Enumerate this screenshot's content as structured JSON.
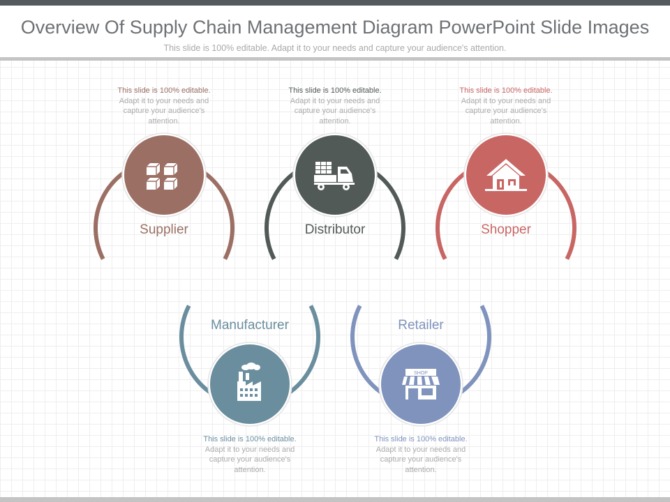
{
  "slide": {
    "title": "Overview  Of Supply Chain Management Diagram PowerPoint Slide Images",
    "subtitle": "This slide is 100% editable. Adapt it to your needs and capture your audience's attention."
  },
  "stages": [
    {
      "key": "supplier",
      "label": "Supplier",
      "icon": "boxes-icon",
      "color": "#9b6f64",
      "desc_lead": "This slide is 100% editable.",
      "desc_rest": " Adapt it to your needs and capture your audience's attention."
    },
    {
      "key": "manufacturer",
      "label": "Manufacturer",
      "icon": "factory-icon",
      "color": "#6a8e9e",
      "desc_lead": "This slide is 100% editable.",
      "desc_rest": " Adapt it to your needs and capture your audience's attention."
    },
    {
      "key": "distributor",
      "label": "Distributor",
      "icon": "delivery-truck-icon",
      "color": "#525a57",
      "desc_lead": "This slide is 100% editable.",
      "desc_rest": " Adapt it to your needs and capture your audience's attention."
    },
    {
      "key": "retailer",
      "label": "Retailer",
      "icon": "shop-icon",
      "icon_text": "SHOP",
      "color": "#7f93bd",
      "desc_lead": "This slide is 100% editable.",
      "desc_rest": " Adapt it to your needs and capture your audience's attention."
    },
    {
      "key": "shopper",
      "label": "Shopper",
      "icon": "house-icon",
      "color": "#c86664",
      "desc_lead": "This slide is 100% editable.",
      "desc_rest": " Adapt it to your needs and capture your audience's attention."
    }
  ]
}
